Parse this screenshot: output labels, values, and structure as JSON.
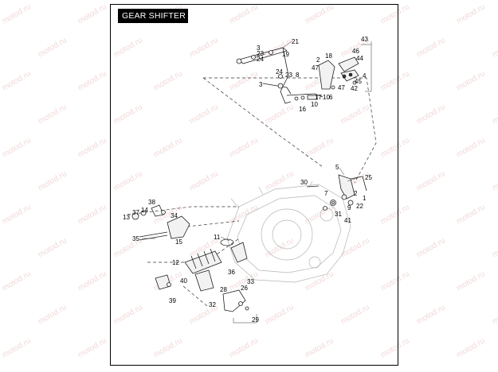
{
  "title": "GEAR SHIFTER",
  "watermark": "motod.ru",
  "callouts": [
    "21",
    "3",
    "23",
    "19",
    "24",
    "2",
    "18",
    "47",
    "4",
    "43",
    "46",
    "44",
    "45",
    "42",
    "24",
    "23",
    "8",
    "3",
    "17",
    "10",
    "6",
    "16",
    "25",
    "5",
    "1",
    "2",
    "30",
    "7",
    "9",
    "22",
    "31",
    "41",
    "38",
    "37",
    "34",
    "14",
    "13",
    "35",
    "15",
    "11",
    "12",
    "40",
    "36",
    "33",
    "39",
    "28",
    "26",
    "32",
    "29",
    "10",
    "47"
  ]
}
